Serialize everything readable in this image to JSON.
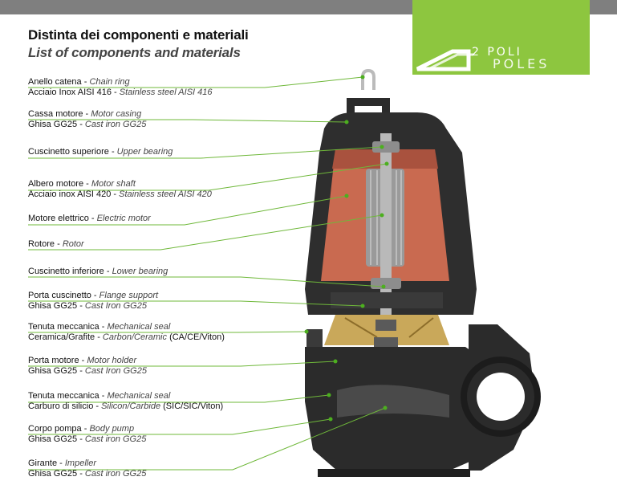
{
  "header": {
    "title_it": "Distinta dei componenti e materiali",
    "title_en": "List of components and materials"
  },
  "logo": {
    "text_top": "2 POLI",
    "text_bottom": "POLES",
    "color": "#8dc63f"
  },
  "colors": {
    "leader": "#6fb83a",
    "dot": "#4caf1f",
    "casing": "#2b2b2b",
    "motor": "#c96a50",
    "bar": "#7f7f7f"
  },
  "components": [
    {
      "it": "Anello catena",
      "en": "Chain ring",
      "mat_it": "Acciaio Inox AISI 416",
      "mat_en": "Stainless steel AISI 416"
    },
    {
      "it": "Cassa motore",
      "en": "Motor casing",
      "mat_it": "Ghisa GG25",
      "mat_en": "Cast iron GG25"
    },
    {
      "it": "Cuscinetto superiore",
      "en": "Upper bearing",
      "mat_it": "",
      "mat_en": ""
    },
    {
      "it": "Albero motore",
      "en": "Motor shaft",
      "mat_it": "Acciaio inox AISI 420",
      "mat_en": "Stainless steel AISI 420"
    },
    {
      "it": "Motore elettrico",
      "en": "Electric motor",
      "mat_it": "",
      "mat_en": ""
    },
    {
      "it": "Rotore",
      "en": "Rotor",
      "mat_it": "",
      "mat_en": ""
    },
    {
      "it": "Cuscinetto inferiore",
      "en": "Lower bearing",
      "mat_it": "",
      "mat_en": ""
    },
    {
      "it": "Porta cuscinetto",
      "en": "Flange support",
      "mat_it": "Ghisa GG25",
      "mat_en": "Cast Iron GG25"
    },
    {
      "it": "Tenuta meccanica",
      "en": "Mechanical seal",
      "mat_it": "Ceramica/Grafite",
      "mat_en": "Carbon/Ceramic",
      "mat_extra": "(CA/CE/Viton)"
    },
    {
      "it": "Porta motore",
      "en": "Motor holder",
      "mat_it": "Ghisa GG25",
      "mat_en": "Cast Iron GG25"
    },
    {
      "it": "Tenuta meccanica",
      "en": "Mechanical seal",
      "mat_it": "Carburo di silicio",
      "mat_en": "Silicon/Carbide",
      "mat_extra": "(SIC/SIC/Viton)"
    },
    {
      "it": "Corpo pompa",
      "en": "Body pump",
      "mat_it": "Ghisa GG25",
      "mat_en": "Cast iron GG25"
    },
    {
      "it": "Girante",
      "en": "Impeller",
      "mat_it": "Ghisa GG25",
      "mat_en": "Cast iron GG25"
    }
  ]
}
